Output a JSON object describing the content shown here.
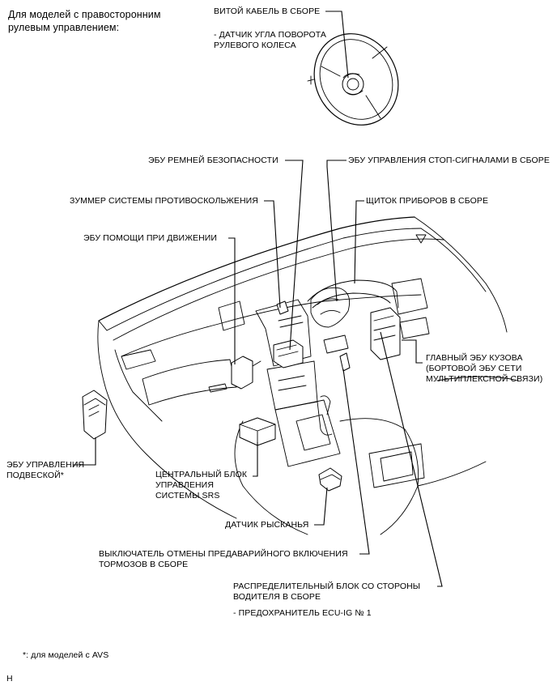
{
  "header": {
    "line1": "Для моделей с правосторонним",
    "line2": "рулевым управлением:"
  },
  "callouts": {
    "spiral_cable": "ВИТОЙ КАБЕЛЬ В СБОРЕ",
    "steering_sensor_1": "- ДАТЧИК УГЛА ПОВОРОТА",
    "steering_sensor_2": "РУЛЕВОГО КОЛЕСА",
    "seatbelt_ecu": "ЭБУ РЕМНЕЙ БЕЗОПАСНОСТИ",
    "stop_lamp_ecu": "ЭБУ УПРАВЛЕНИЯ СТОП-СИГНАЛАМИ В СБОРЕ",
    "collision_buzzer": "ЗУММЕР СИСТЕМЫ ПРОТИВОСКОЛЬЖЕНИЯ",
    "combination_meter": "ЩИТОК ПРИБОРОВ В СБОРЕ",
    "driving_support_ecu": "ЭБУ ПОМОЩИ ПРИ ДВИЖЕНИИ",
    "main_body_ecu_1": "ГЛАВНЫЙ ЭБУ КУЗОВА",
    "main_body_ecu_2": "(БОРТОВОЙ ЭБУ СЕТИ",
    "main_body_ecu_3": "МУЛЬТИПЛЕКСНОЙ СВЯЗИ)",
    "suspension_ecu_1": "ЭБУ УПРАВЛЕНИЯ",
    "suspension_ecu_2": "ПОДВЕСКОЙ*",
    "srs_unit_1": "ЦЕНТРАЛЬНЫЙ БЛОК",
    "srs_unit_2": "УПРАВЛЕНИЯ",
    "srs_unit_3": "СИСТЕМЫ SRS",
    "yaw_sensor": "ДАТЧИК РЫСКАНЬЯ",
    "pcs_switch_1": "ВЫКЛЮЧАТЕЛЬ ОТМЕНЫ ПРЕДАВАРИЙНОГО ВКЛЮЧЕНИЯ",
    "pcs_switch_2": "ТОРМОЗОВ В СБОРЕ",
    "junction_block_1": "РАСПРЕДЕЛИТЕЛЬНЫЙ БЛОК СО СТОРОНЫ",
    "junction_block_2": "ВОДИТЕЛЯ В СБОРЕ",
    "junction_fuse": "- ПРЕДОХРАНИТЕЛЬ ECU-IG № 1"
  },
  "footnote": "*: для моделей с AVS",
  "corner_code": "H"
}
